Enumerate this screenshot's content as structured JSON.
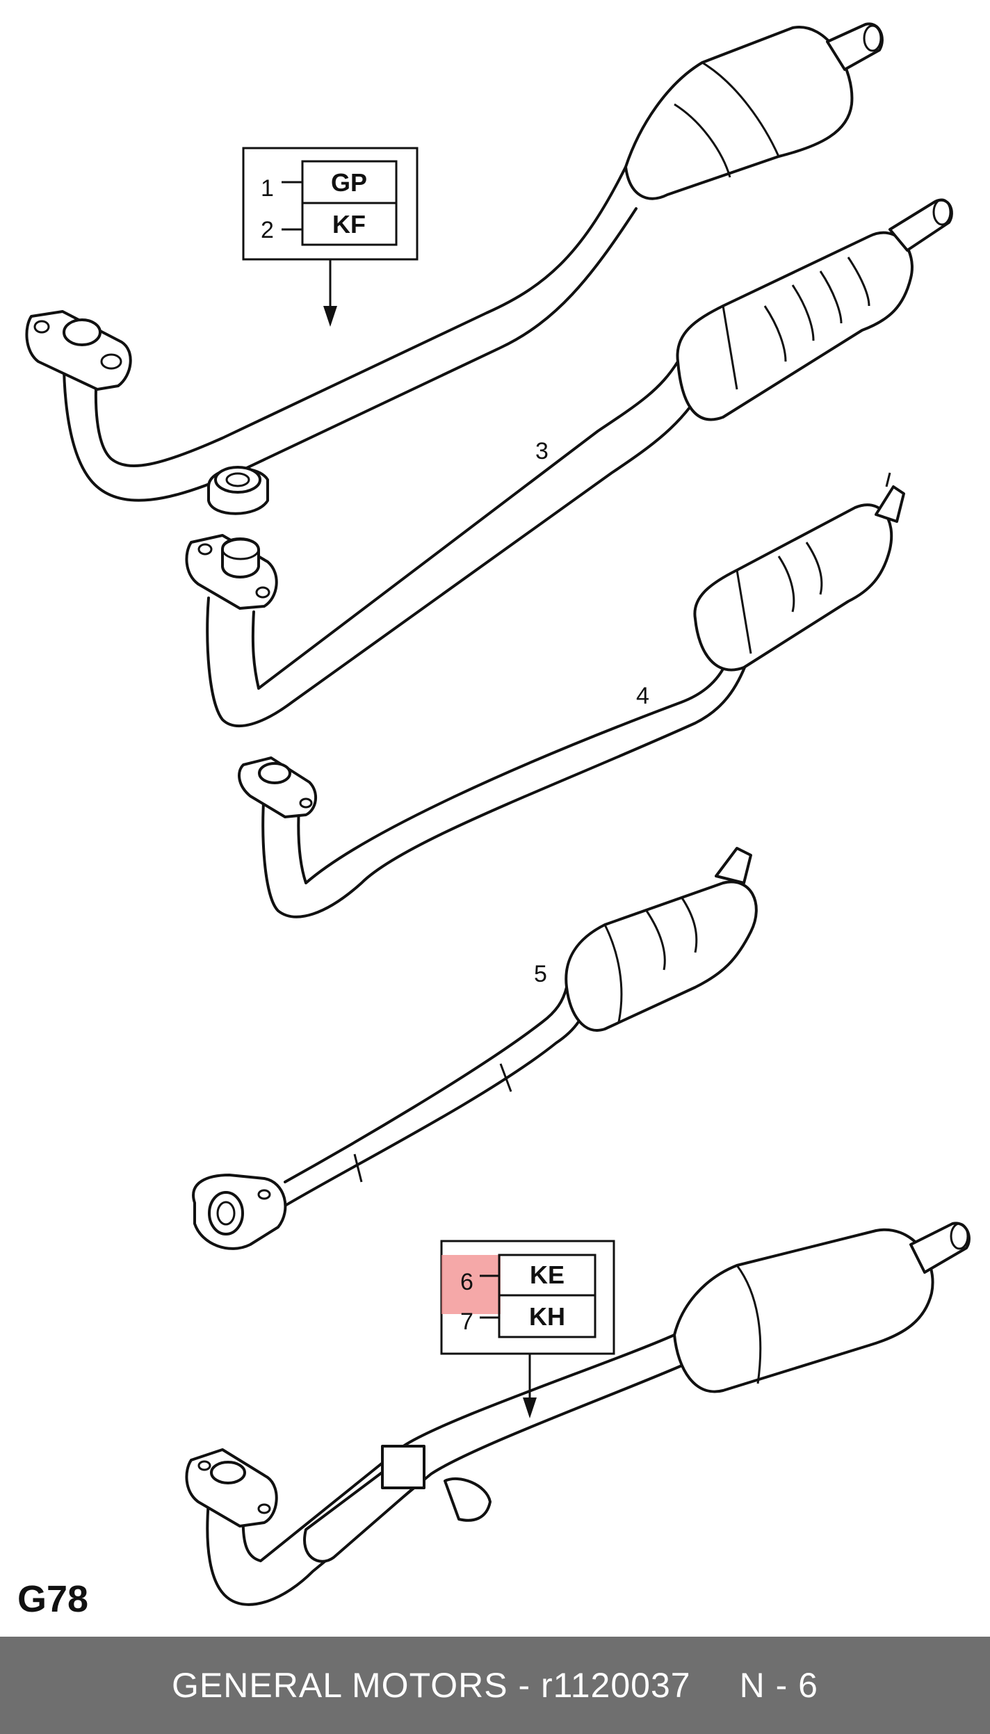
{
  "figure_label": "G78",
  "callouts": {
    "c1": "1",
    "c2": "2",
    "c3": "3",
    "c4": "4",
    "c5": "5",
    "c6": "6",
    "c7": "7"
  },
  "codes": {
    "top": [
      "GP",
      "KF"
    ],
    "bottom": [
      "KE",
      "KH"
    ]
  },
  "highlight_color": "#f28b8b",
  "footer": {
    "brand": "GENERAL MOTORS - r1120037",
    "page": "N - 6"
  }
}
